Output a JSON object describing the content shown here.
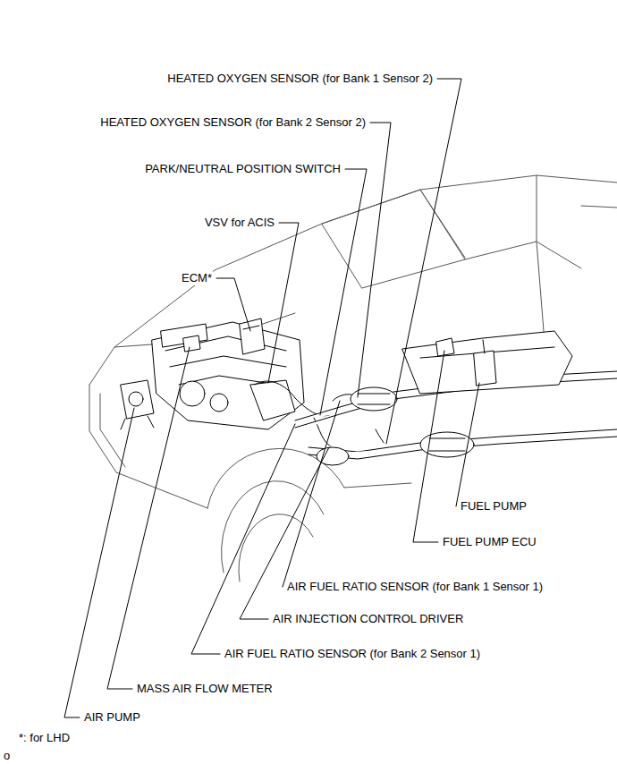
{
  "diagram": {
    "labels": [
      "HEATED OXYGEN SENSOR (for Bank 1 Sensor 2)",
      "HEATED OXYGEN SENSOR (for Bank 2 Sensor 2)",
      "PARK/NEUTRAL POSITION SWITCH",
      "VSV for ACIS",
      "ECM*",
      "FUEL PUMP",
      "FUEL PUMP ECU",
      "AIR FUEL RATIO SENSOR (for Bank 1 Sensor 1)",
      "AIR INJECTION CONTROL DRIVER",
      "AIR FUEL RATIO SENSOR (for Bank 2 Sensor 1)",
      "MASS AIR FLOW METER",
      "AIR PUMP",
      "*: for LHD",
      "o"
    ]
  }
}
